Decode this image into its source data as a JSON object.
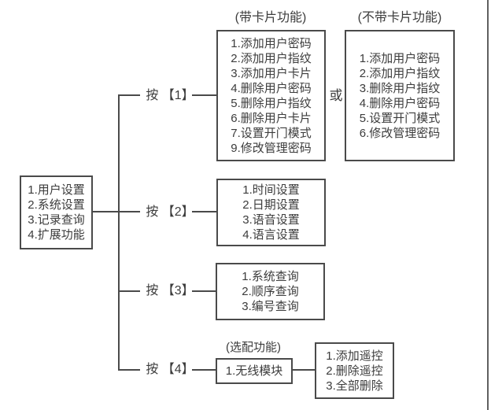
{
  "colors": {
    "line": "#4a4a4a",
    "text": "#3c3c3c",
    "background": "#ffffff"
  },
  "root_box": {
    "items": [
      "1.用户设置",
      "2.系统设置",
      "3.记录查询",
      "4.扩展功能"
    ]
  },
  "branch_labels": {
    "b1": "按 【1】",
    "b2": "按 【2】",
    "b3": "按 【3】",
    "b4": "按 【4】"
  },
  "or_label": "或",
  "card_box": {
    "title": "(带卡片功能)",
    "items": [
      "1.添加用户密码",
      "2.添加用户指纹",
      "3.添加用户卡片",
      "4.删除用户密码",
      "5.删除用户指纹",
      "6.删除用户卡片",
      "7.设置开门模式",
      "9.修改管理密码"
    ]
  },
  "nocard_box": {
    "title": "(不带卡片功能)",
    "items": [
      "1.添加用户密码",
      "2.添加用户指纹",
      "3.删除用户指纹",
      "4.删除用户密码",
      "5.设置开门模式",
      "6.修改管理密码"
    ]
  },
  "system_box": {
    "items": [
      "1.时间设置",
      "2.日期设置",
      "3.语音设置",
      "4.语言设置"
    ]
  },
  "query_box": {
    "items": [
      "1.系统查询",
      "2.顺序查询",
      "3.编号查询"
    ]
  },
  "wireless_box": {
    "title": "(选配功能)",
    "item": "1.无线模块"
  },
  "remote_box": {
    "items": [
      "1.添加遥控",
      "2.删除遥控",
      "3.全部删除"
    ]
  }
}
